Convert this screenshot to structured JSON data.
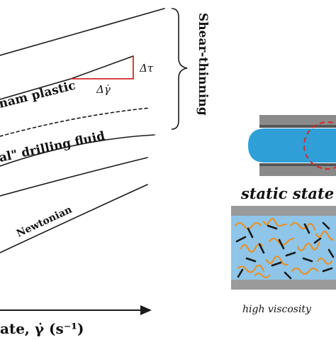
{
  "labels": {
    "shear_thinning": "Shear-thinning",
    "delta_tau": "Δτ",
    "delta_gamma": "Δγ̇",
    "bingham_plastic": "nam plastic",
    "ideal_fluid": "al\" drilling fluid",
    "newtonian": "Newtonian",
    "x_axis": "ate, γ̇ (s⁻¹)",
    "static_state": "static state",
    "high_viscosity": "high viscosity"
  },
  "colors": {
    "line": "#1a1a1a",
    "slope_triangle": "#d62828",
    "dashed_circle": "#d62828",
    "fluid_blue": "#2f9fd8",
    "fluid_light": "#8ec5e8",
    "chains": "#f08c1a",
    "particles": "#1a1a1a",
    "plate": "#8a8a8a"
  },
  "icons": {
    "bracket": "curly-brace-icon",
    "axis_arrow": "arrow-right-icon"
  }
}
